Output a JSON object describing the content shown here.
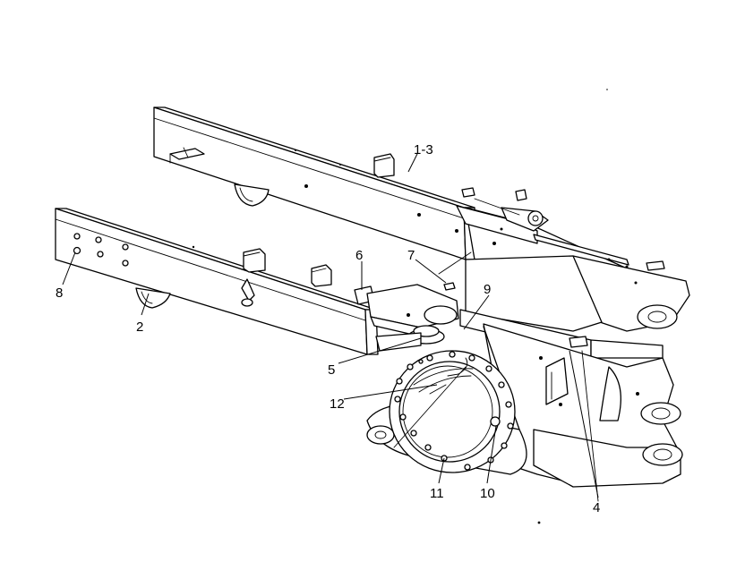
{
  "callouts": {
    "c1_3": "1-3",
    "c2": "2",
    "c4": "4",
    "c5": "5",
    "c6": "6",
    "c7": "7",
    "c8": "8",
    "c9": "9",
    "c10": "10",
    "c11": "11",
    "c12": "12"
  }
}
